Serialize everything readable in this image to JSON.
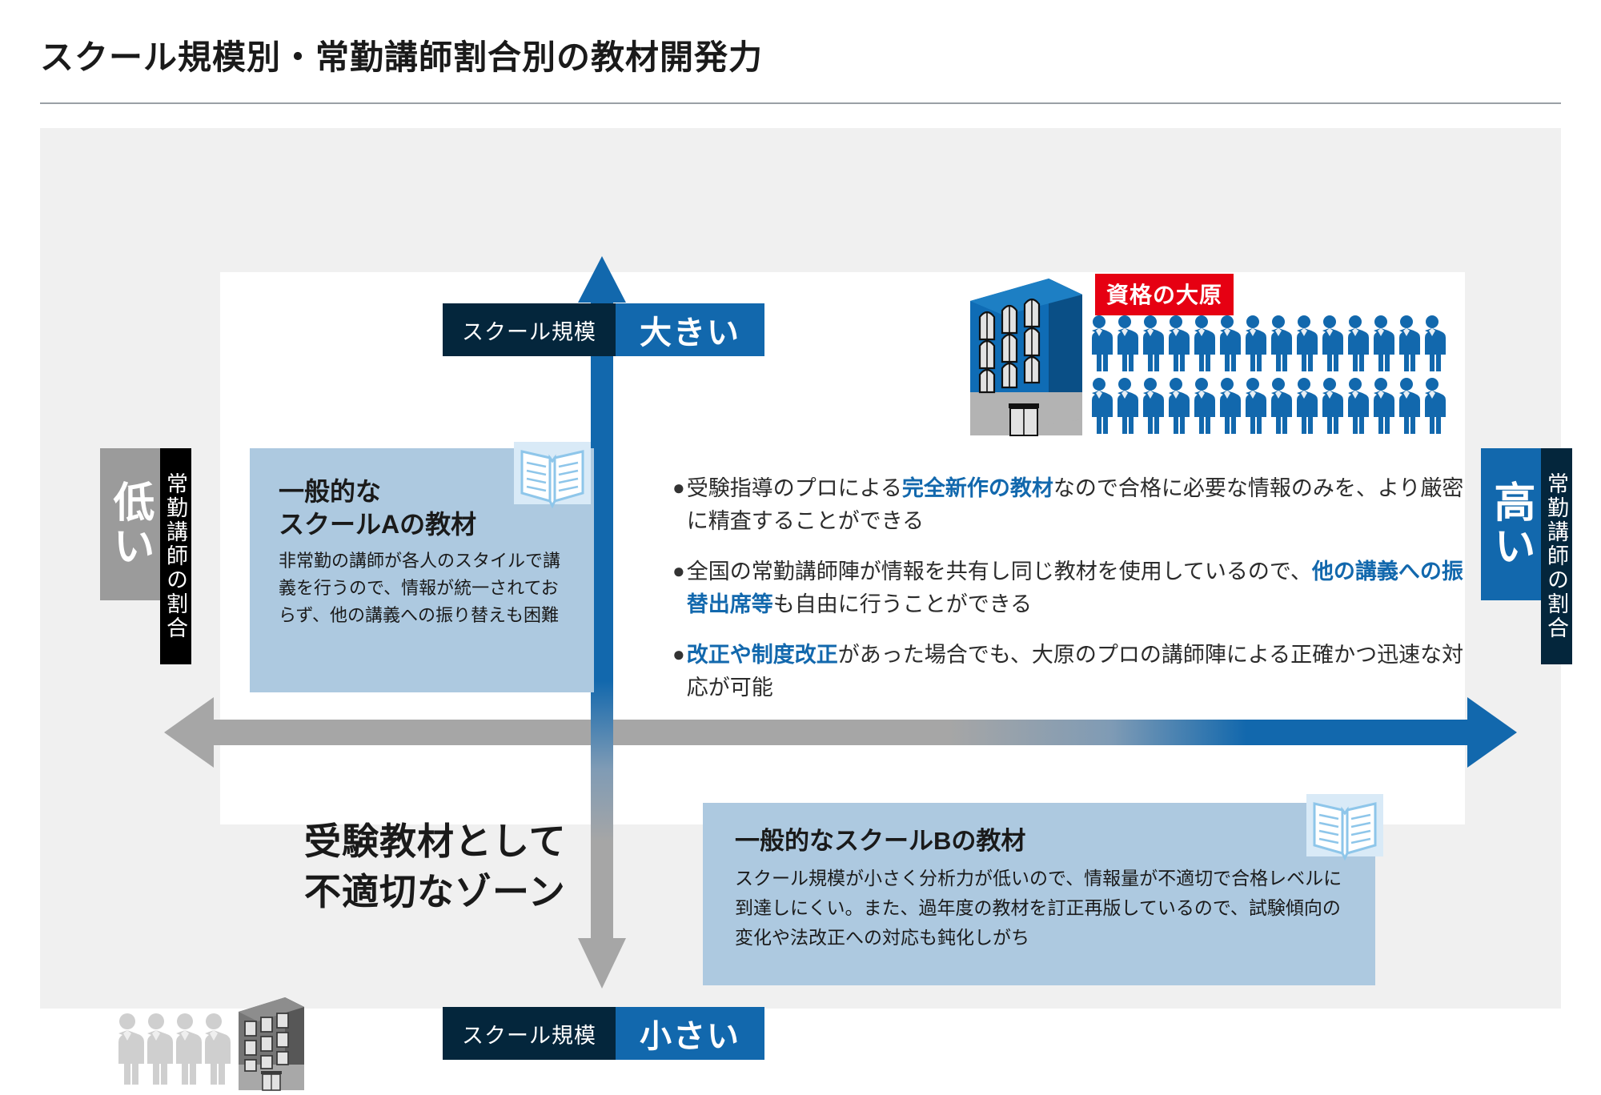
{
  "title": "スクール規模別・常勤講師割合別の教材開発力",
  "axes": {
    "vertical": {
      "top": {
        "caption": "スクール規模",
        "value": "大きい"
      },
      "bottom": {
        "caption": "スクール規模",
        "value": "小さい"
      }
    },
    "horizontal": {
      "left": {
        "caption": "常勤講師の割合",
        "value": "低い"
      },
      "right": {
        "caption": "常勤講師の割合",
        "value": "高い"
      }
    }
  },
  "badge": {
    "label": "資格の大原"
  },
  "cards": {
    "school_a": {
      "heading_line1": "一般的な",
      "heading_line2": "スクールAの教材",
      "body": "非常勤の講師が各人のスタイルで講義を行うので、情報が統一されておらず、他の講義への振り替えも困難",
      "icon": "open-book-icon"
    },
    "school_b": {
      "heading": "一般的なスクールBの教材",
      "body": "スクール規模が小さく分析力が低いので、情報量が不適切で合格レベルに到達しにくい。また、過年度の教材を訂正再版しているので、試験傾向の変化や法改正への対応も鈍化しがち",
      "icon": "open-book-icon"
    }
  },
  "bullets": [
    {
      "marker": "●",
      "pre": "受験指導のプロによる",
      "highlight": "完全新作の教材",
      "post": "なので合格に必要な情報のみを、より厳密に精査することができる"
    },
    {
      "marker": "●",
      "pre": "全国の常勤講師陣が情報を共有し同じ教材を使用しているので、",
      "highlight": "他の講義への振替出席等",
      "post": "も自由に行うことができる"
    },
    {
      "marker": "●",
      "pre": "",
      "highlight": "改正や制度改正",
      "post": "があった場合でも、大原のプロの講師陣による正確かつ迅速な対応が可能"
    }
  ],
  "zone_label": {
    "line1": "受験教材として",
    "line2": "不適切なゾーン"
  },
  "colors": {
    "navy": "#04263c",
    "accent_blue": "#1268ad",
    "card_blue": "#adc9e0",
    "gray": "#9b9b9b",
    "red": "#e60012",
    "background": "#f0f0f0"
  },
  "graphics": {
    "large_building": "large-blue-building-icon",
    "small_building": "small-gray-building-icon",
    "staff_rows": {
      "rows": 2,
      "per_row": 14,
      "color": "#1268ad"
    },
    "staff_few": {
      "count": 4,
      "color": "#cfcfcf"
    }
  }
}
